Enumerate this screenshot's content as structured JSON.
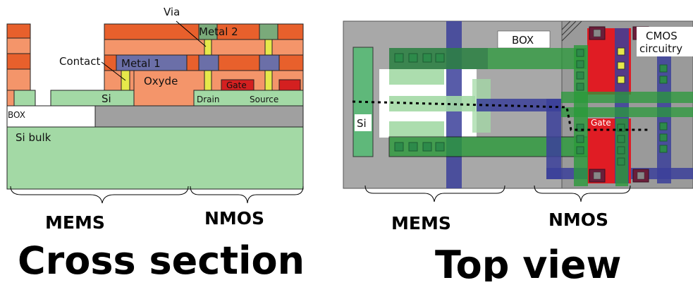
{
  "cross_section": {
    "labels": {
      "via": "Via",
      "metal2": "Metal 2",
      "contact": "Contact",
      "metal1": "Metal 1",
      "oxyde": "Oxyde",
      "gate": "Gate",
      "si": "Si",
      "drain": "Drain",
      "source": "Source",
      "box": "BOX",
      "si_bulk": "Si bulk"
    },
    "brace_labels": {
      "mems": "MEMS",
      "nmos": "NMOS"
    },
    "title": "Cross section"
  },
  "top_view": {
    "labels": {
      "box": "BOX",
      "cmos_line1": "CMOS",
      "cmos_line2": "circuitry",
      "si": "Si",
      "gate": "Gate"
    },
    "brace_labels": {
      "mems": "MEMS",
      "nmos": "NMOS"
    },
    "title": "Top view"
  },
  "colors": {
    "metal2": "#e8602c",
    "oxide": "#f4956a",
    "metal1": "#6b6fa8",
    "via_contact": "#e6e84a",
    "gate": "#d42020",
    "silicon": "#a3d9a5",
    "box": "#a0a0a0",
    "top_bg": "#a8a8a8",
    "top_si": "#5fb87a",
    "top_green": "#2a9a3a",
    "top_blue": "#3b3f9a",
    "top_red": "#e01c24",
    "top_dark": "#6b1e3a"
  }
}
